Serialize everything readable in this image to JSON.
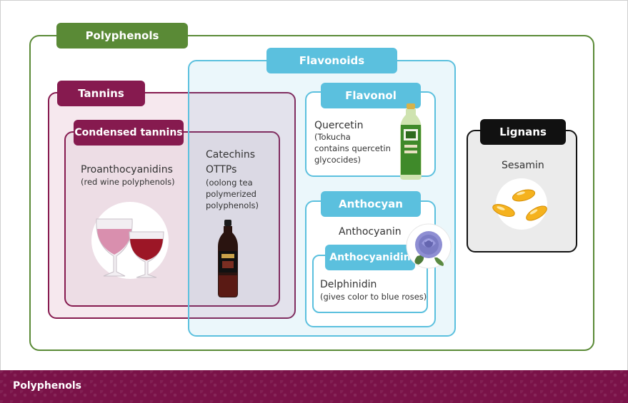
{
  "colors": {
    "polyphenols": "#5a8a36",
    "flavonoids": "#5bc0de",
    "tannins": "#861a4f",
    "lignans": "#111111"
  },
  "labels": {
    "polyphenols": "Polyphenols",
    "flavonoids": "Flavonoids",
    "tannins": "Tannins",
    "condensed_tannins": "Condensed tannins",
    "flavonol": "Flavonol",
    "anthocyan": "Anthocyan",
    "anthocyanidin": "Anthocyanidin",
    "lignans": "Lignans"
  },
  "items": {
    "proanthocyanidins": "Proanthocyanidins",
    "proanthocyanidins_note": "(red wine polyphenols)",
    "catechins": "Catechins",
    "ottps": "OTTPs",
    "ottps_note": [
      "(oolong tea",
      "polymerized",
      "polyphenols)"
    ],
    "quercetin": "Quercetin",
    "quercetin_note": [
      "(Tokucha",
      "contains quercetin",
      "glycocides)"
    ],
    "anthocyanin": "Anthocyanin",
    "delphinidin": "Delphinidin",
    "delphinidin_note": "(gives color to blue roses)",
    "sesamin": "Sesamin"
  },
  "icons": {
    "wine": "wine-glasses-icon",
    "oolong": "oolong-tea-bottle-icon",
    "tokucha": "green-tea-bottle-icon",
    "rose": "blue-rose-icon",
    "sesamin": "sesamin-capsules-icon"
  },
  "footer": {
    "title": "Polyphenols"
  }
}
